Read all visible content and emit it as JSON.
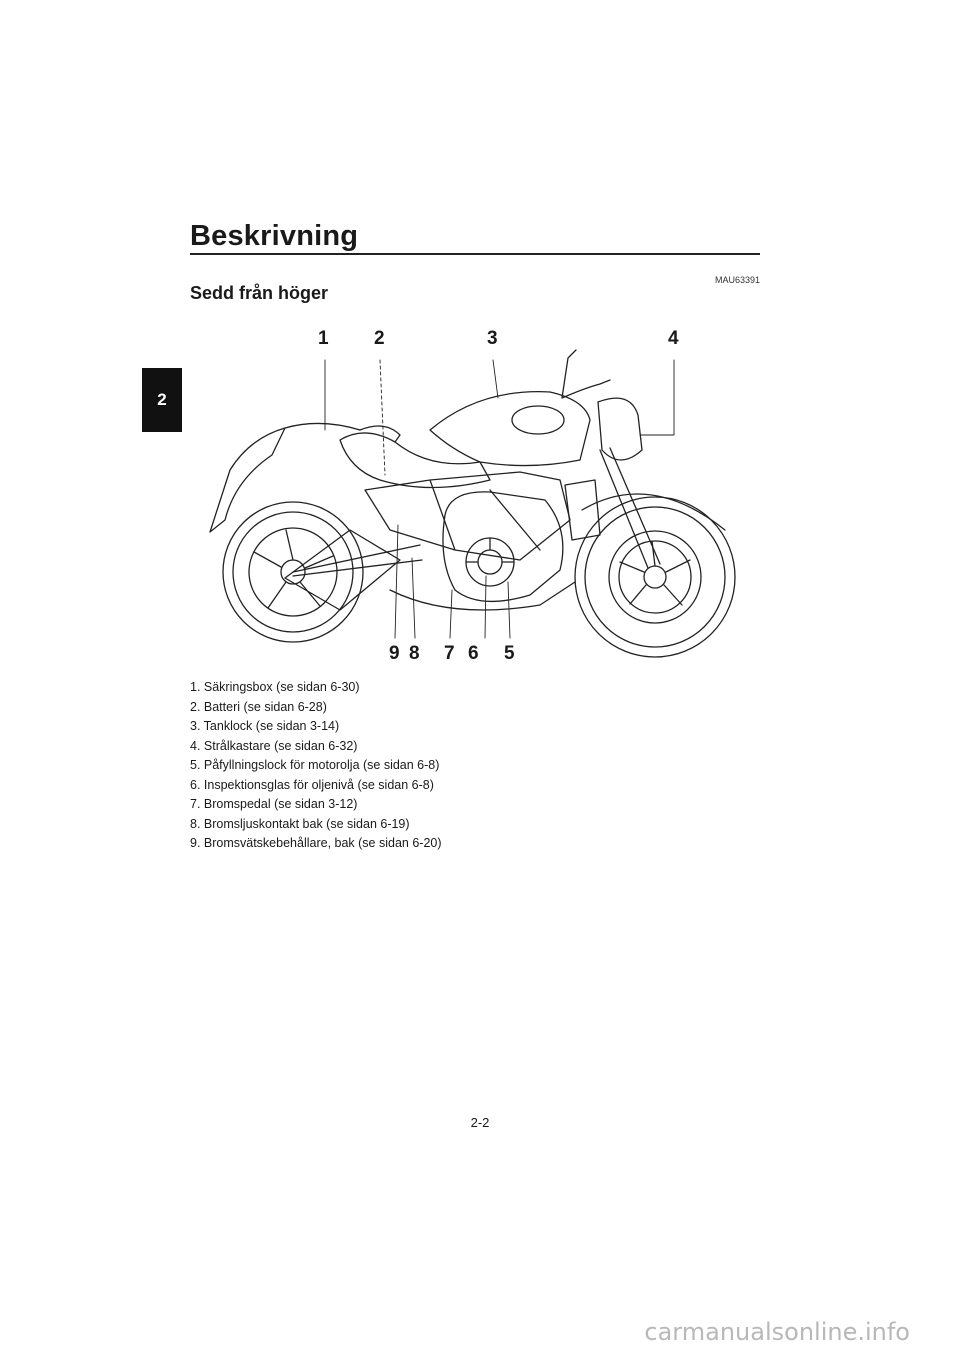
{
  "chapter_tab": "2",
  "header": {
    "title": "Beskrivning",
    "doc_code": "MAU63391"
  },
  "section": {
    "heading": "Sedd från höger"
  },
  "figure": {
    "callouts": [
      "1",
      "2",
      "3",
      "4",
      "5",
      "6",
      "7",
      "8",
      "9"
    ]
  },
  "legend": [
    "1. Säkringsbox (se sidan 6-30)",
    "2. Batteri (se sidan 6-28)",
    "3. Tanklock (se sidan 3-14)",
    "4. Strålkastare (se sidan 6-32)",
    "5. Påfyllningslock för motorolja (se sidan 6-8)",
    "6. Inspektionsglas för oljenivå (se sidan 6-8)",
    "7. Bromspedal (se sidan 3-12)",
    "8. Bromsljuskontakt bak (se sidan 6-19)",
    "9. Bromsvätskebehållare, bak (se sidan 6-20)"
  ],
  "footer": {
    "page_number": "2-2",
    "watermark": "carmanualsonline.info"
  }
}
